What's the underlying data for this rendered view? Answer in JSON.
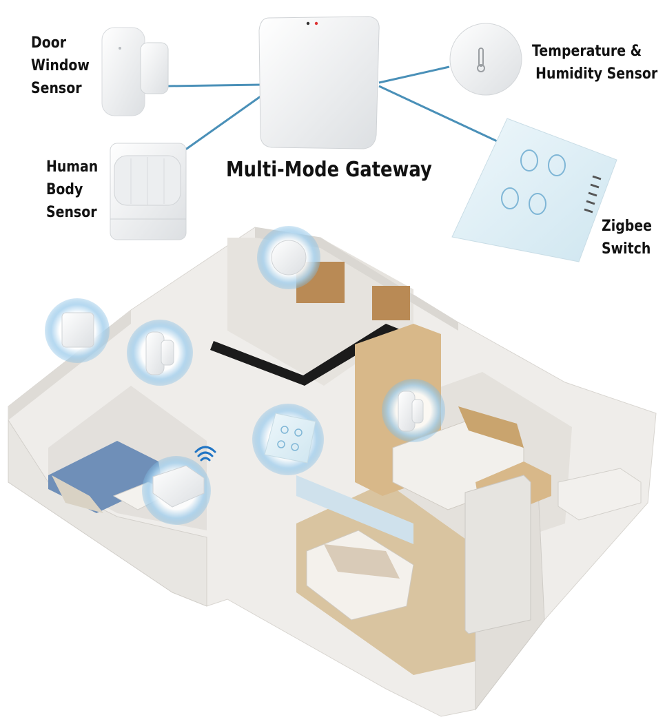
{
  "labels": {
    "door_window": [
      "Door",
      "Window",
      "Sensor"
    ],
    "human_body": [
      "Human",
      "Body",
      "Sensor"
    ],
    "gateway": "Multi-Mode Gateway",
    "temp_humidity": [
      "Temperature &",
      "Humidity Sensor"
    ],
    "zigbee_switch": [
      "Zigbee",
      "Switch"
    ]
  },
  "colors": {
    "connector": "#4a90b8",
    "device_white": "#f4f5f6",
    "halo": "#bcdcf0",
    "wall": "#e8e6e2",
    "floor_wood": "#d9c4a0",
    "sofa_blue": "#6f8fb8"
  },
  "icons": [
    "door-window-sensor-icon",
    "human-body-sensor-icon",
    "gateway-icon",
    "temperature-humidity-sensor-icon",
    "zigbee-switch-icon",
    "wifi-icon"
  ]
}
